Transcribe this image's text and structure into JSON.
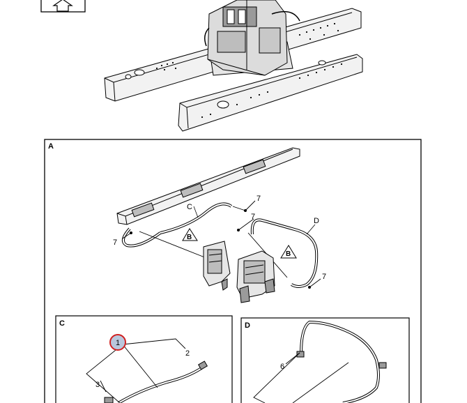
{
  "panels": {
    "a": {
      "label": "A"
    },
    "c": {
      "label": "C"
    },
    "d": {
      "label": "D"
    }
  },
  "callouts": {
    "c_harness": "C",
    "d_harness": "D",
    "p7_top": "7",
    "p7_mid": "7",
    "p7_left": "7",
    "p7_right": "7",
    "b_left": "B",
    "b_right": "B",
    "c1": "1",
    "c2": "2",
    "c3": "3",
    "d6": "6"
  },
  "icons": {
    "direction": "up-arrow-icon"
  },
  "colors": {
    "line": "#000000",
    "frame_fill": "#f2f2f2",
    "highlight_fill": "#b9c7dc",
    "highlight_ring": "#d02020"
  }
}
